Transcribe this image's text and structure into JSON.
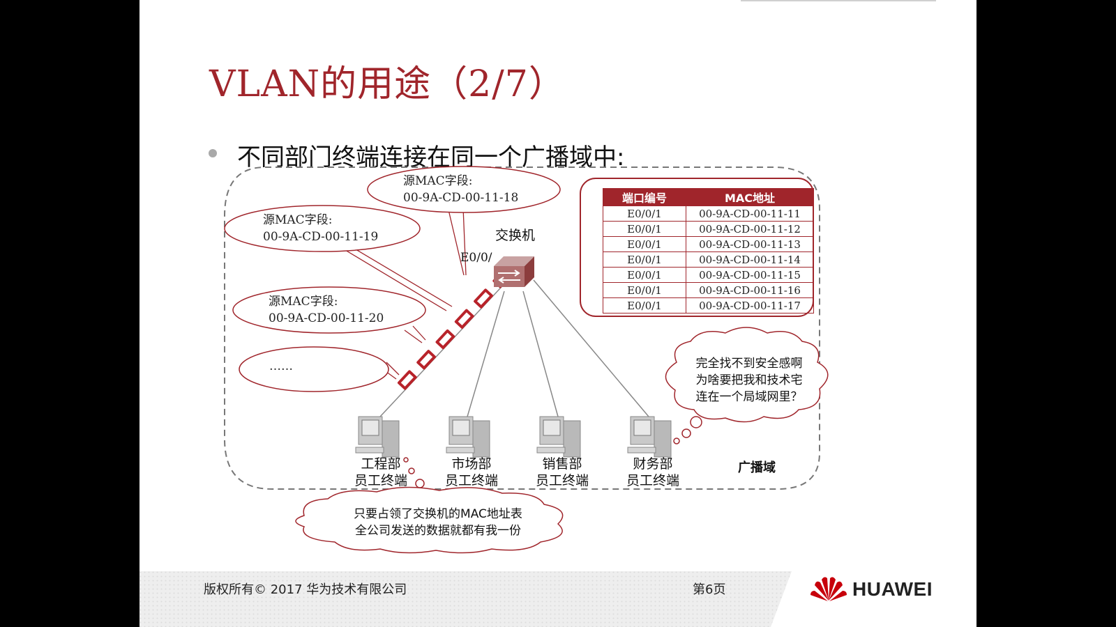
{
  "slide": {
    "title": "VLAN的用途（2/7）",
    "bullet": "不同部门终端连接在同一个广播域中:",
    "footer": {
      "copyright": "版权所有© 2017 华为技术有限公司",
      "page": "第6页",
      "brand": "HUAWEI"
    }
  },
  "diagram": {
    "switch_label": "交换机",
    "port_label": "E0/0/",
    "broadcast_domain_label": "广播域",
    "frame_bubbles": [
      {
        "line1": "源MAC字段:",
        "line2": "00-9A-CD-00-11-18"
      },
      {
        "line1": "源MAC字段:",
        "line2": "00-9A-CD-00-11-19"
      },
      {
        "line1": "源MAC字段:",
        "line2": "00-9A-CD-00-11-20"
      },
      {
        "line1": "……",
        "line2": ""
      }
    ],
    "terminals": [
      {
        "dept": "工程部",
        "label": "员工终端"
      },
      {
        "dept": "市场部",
        "label": "员工终端"
      },
      {
        "dept": "销售部",
        "label": "员工终端"
      },
      {
        "dept": "财务部",
        "label": "员工终端"
      }
    ],
    "thought_finance": [
      "完全找不到安全感啊",
      "为啥要把我和技术宅",
      "连在一个局域网里？"
    ],
    "thought_engineering": [
      "只要占领了交换机的MAC地址表",
      "全公司发送的数据就都有我一份"
    ]
  },
  "mac_table": {
    "headers": [
      "端口编号",
      "MAC地址"
    ],
    "rows": [
      [
        "E0/0/1",
        "00-9A-CD-00-11-11"
      ],
      [
        "E0/0/1",
        "00-9A-CD-00-11-12"
      ],
      [
        "E0/0/1",
        "00-9A-CD-00-11-13"
      ],
      [
        "E0/0/1",
        "00-9A-CD-00-11-14"
      ],
      [
        "E0/0/1",
        "00-9A-CD-00-11-15"
      ],
      [
        "E0/0/1",
        "00-9A-CD-00-11-16"
      ],
      [
        "E0/0/1",
        "00-9A-CD-00-11-17"
      ]
    ]
  },
  "colors": {
    "accent": "#a0252b",
    "bubble_border": "#a0252b"
  }
}
